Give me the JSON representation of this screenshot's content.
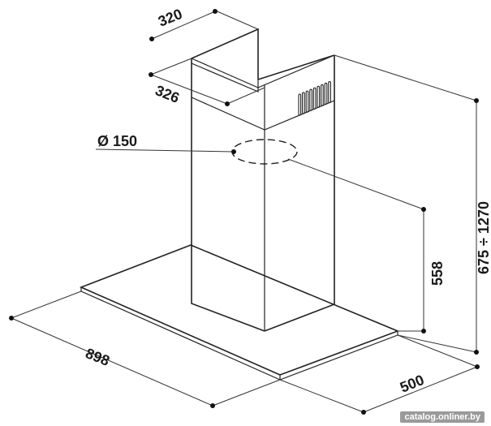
{
  "dimensions": {
    "chimney_width": "320",
    "chimney_depth": "326",
    "outlet_diameter": "Ø 150",
    "chimney_height": "558",
    "total_height": "675 ÷ 1270",
    "hood_width": "898",
    "hood_depth": "500"
  },
  "watermark": "catalog.onliner.by"
}
